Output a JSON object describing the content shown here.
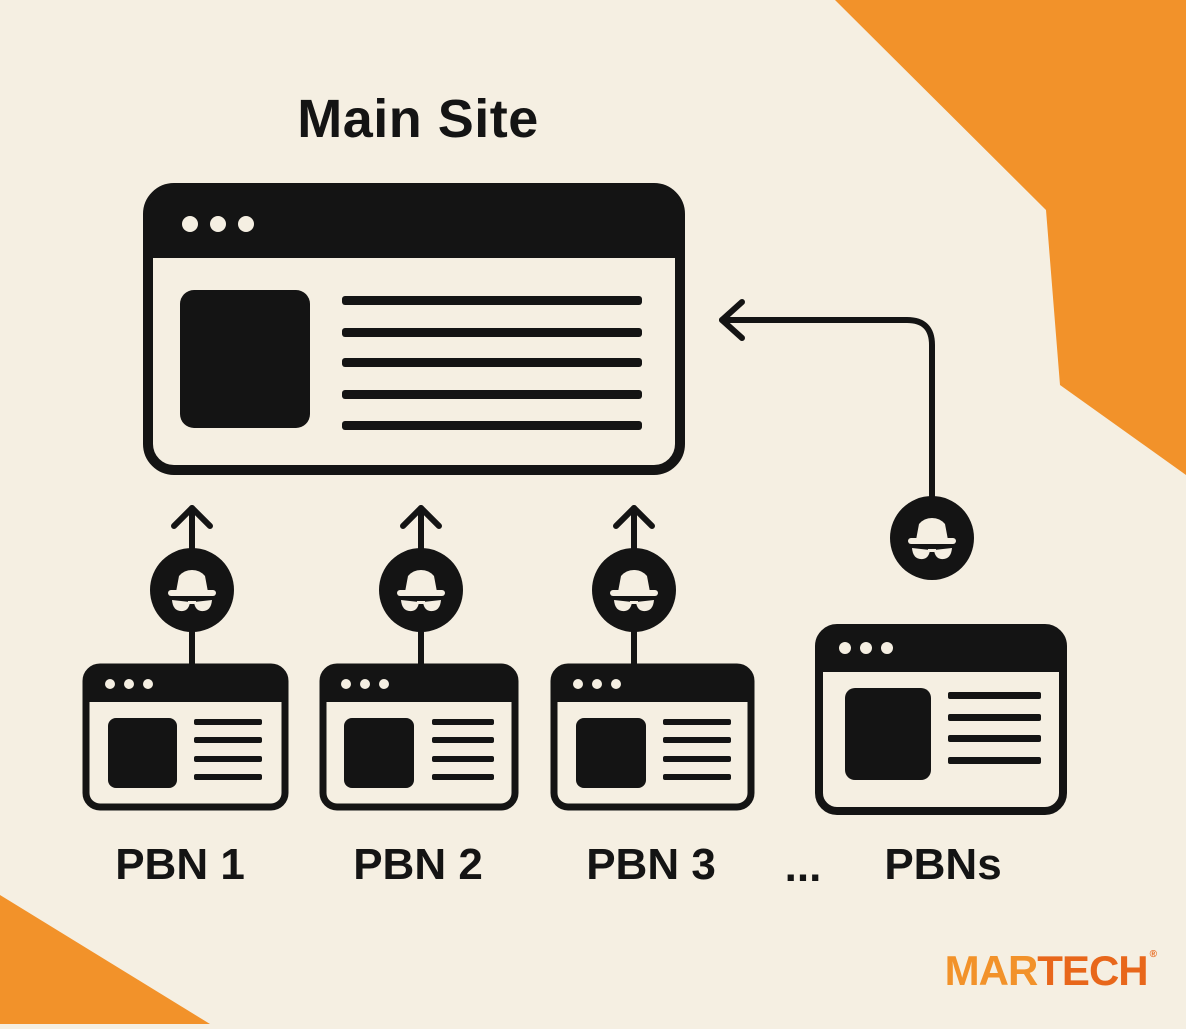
{
  "main_site": {
    "title": "Main Site"
  },
  "pbns": [
    {
      "label": "PBN 1"
    },
    {
      "label": "PBN 2"
    },
    {
      "label": "PBN 3"
    }
  ],
  "ellipsis": "...",
  "more_pbns": {
    "label": "PBNs"
  },
  "logo": {
    "part1": "MAR",
    "part2": "TECH",
    "trademark": "®"
  },
  "colors": {
    "background": "#f5efe2",
    "ink": "#141414",
    "accent_orange": "#f2922a",
    "logo_orange": "#e8671b"
  },
  "icons": {
    "node": "incognito-spy-icon",
    "site": "browser-window-icon"
  }
}
